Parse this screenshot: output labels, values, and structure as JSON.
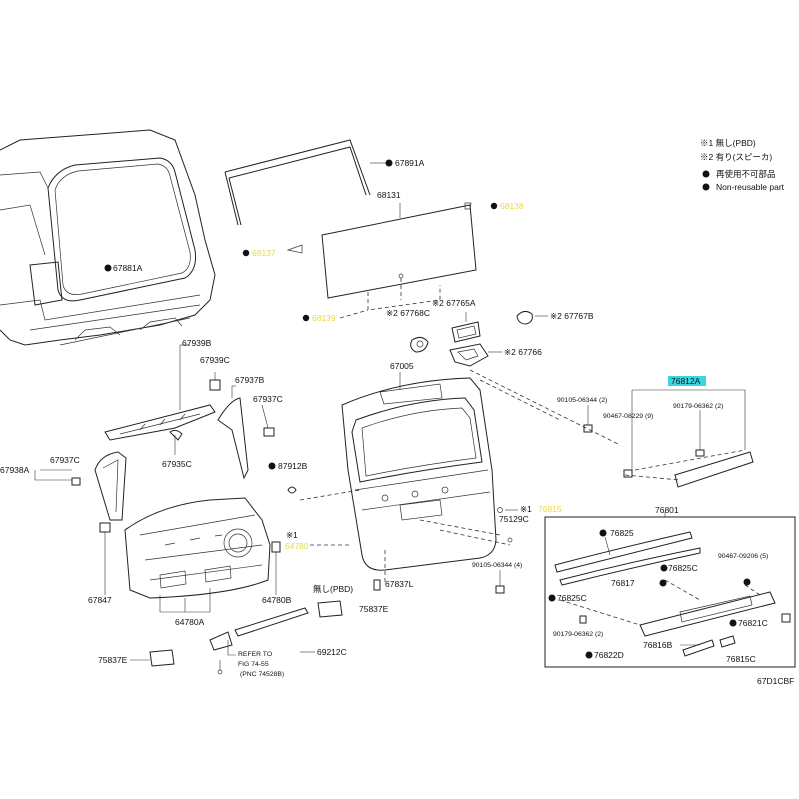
{
  "legend": {
    "note1": "※1 無し(PBD)",
    "note2": "※2 有り(スピーカ)",
    "nonreusable_jp": "再使用不可部品",
    "nonreusable_en": "Non-reusable part"
  },
  "labels": {
    "p67891A": "67891A",
    "p68131": "68131",
    "p67881A": "67881A",
    "p67939B": "67939B",
    "p67939C": "67939C",
    "p67937B": "67937B",
    "p67937C_right": "67937C",
    "p67935C": "67935C",
    "p67938A": "67938A",
    "p67937C_left": "67937C",
    "p67847": "67847",
    "p64780A": "64780A",
    "p64780B": "64780B",
    "p75837E_bottom": "75837E",
    "p67768C": "※2 67768C",
    "p67765A": "※2 67765A",
    "p67767B": "※2 67767B",
    "p67766": "※2 67766",
    "p67005": "67005",
    "p87912B": "87912B",
    "p75129C": "75129C",
    "p67837L": "67837L",
    "p90105_upper": "90105-06344 (2)",
    "p90467_upper": "90467-08229 (9)",
    "p90179_upper": "90179-06362 (2)",
    "p76812A": "76812A",
    "p90105_lower": "90105-06344 (4)",
    "p76801": "76801",
    "p76825": "76825",
    "p76825C_a": "76825C",
    "p76817": "76817",
    "p90467_lower": "90467-09206 (5)",
    "p76825C_b": "76825C",
    "p90179_lower": "90179-06362 (2)",
    "p76821C": "76821C",
    "p76816B": "76816B",
    "p76822D": "76822D",
    "p76815C": "76815C",
    "nopbd": "無し(PBD)",
    "p75837E_mid": "75837E",
    "refer1": "REFER TO",
    "refer2": "FIG 74-55",
    "refer3": "(PNC 74528B)",
    "p69212C": "69212C",
    "mark1": "※1",
    "mark1b": "※1",
    "code": "67D1CBF"
  },
  "colors": {
    "highlight": "#39d6e0",
    "faded_label": "#e8d84a"
  }
}
